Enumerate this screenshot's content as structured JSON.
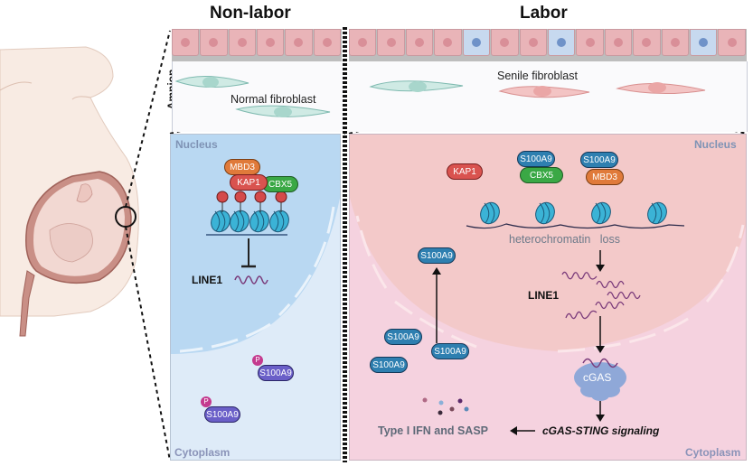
{
  "panels": {
    "nonlabor": {
      "title": "Non-labor",
      "fibroblast_label": "Normal fibroblast",
      "nucleus_label": "Nucleus",
      "cytoplasm_label": "Cytoplasm",
      "proteins": {
        "mbd3": "MBD3",
        "kap1": "KAP1",
        "cbx5": "CBX5"
      },
      "line1_label": "LINE1",
      "phospho_label": "P",
      "s100a9": [
        "S100A9",
        "S100A9"
      ]
    },
    "labor": {
      "title": "Labor",
      "fibroblast_label": "Senile fibroblast",
      "nucleus_label": "Nucleus",
      "cytoplasm_label": "Cytoplasm",
      "proteins": {
        "kap1": "KAP1",
        "s100a9_cbx5": "S100A9",
        "cbx5": "CBX5",
        "s100a9_mbd3": "S100A9",
        "mbd3": "MBD3"
      },
      "heterochromatin_label": "heterochromatin   loss",
      "line1_label": "LINE1",
      "cgas_label": "cGAS",
      "signaling_label": "cGAS-STING signaling",
      "output_label": "Type I IFN and SASP",
      "s100a9_nuclear": "S100A9",
      "s100a9_cyto": [
        "S100A9",
        "S100A9",
        "S100A9"
      ]
    }
  },
  "side_label": "Amnion",
  "colors": {
    "epithelium_pink": "#e9b4b8",
    "epithelium_blue": "#c7d9ef",
    "nonlabor_nucleus": "#b5d6f2",
    "nonlabor_cyto": "#dceaf8",
    "labor_nucleus": "#f3c6c6",
    "labor_cyto": "#f4cfdc",
    "line1": "#7a3a7a"
  }
}
